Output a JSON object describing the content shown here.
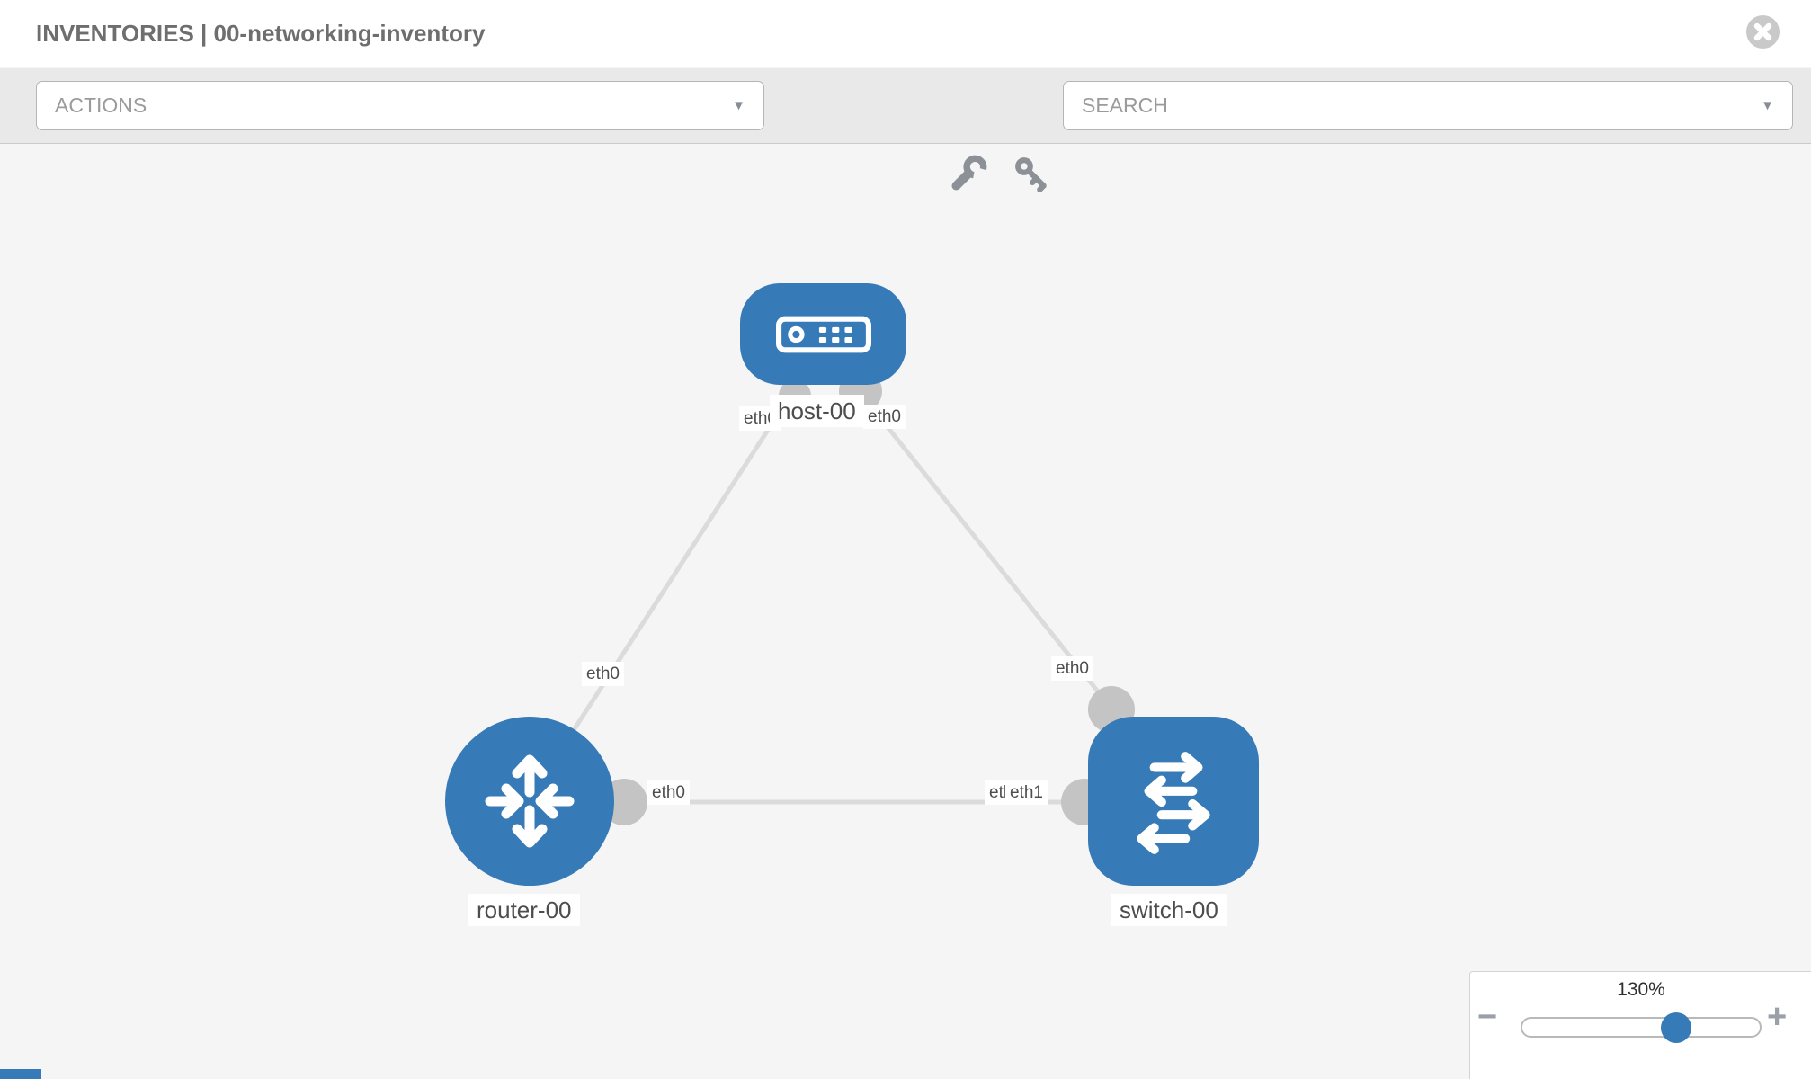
{
  "header": {
    "title": "INVENTORIES | 00-networking-inventory"
  },
  "toolbar": {
    "actions_label": "ACTIONS",
    "search_placeholder": "SEARCH",
    "caret_glyph": "▼",
    "icons": [
      "wrench-icon",
      "key-icon"
    ]
  },
  "topology": {
    "nodes": [
      {
        "id": "host-00",
        "type": "host",
        "label": "host-00"
      },
      {
        "id": "router-00",
        "type": "router",
        "label": "router-00"
      },
      {
        "id": "switch-00",
        "type": "switch",
        "label": "switch-00"
      }
    ],
    "links": [
      {
        "from": "host-00",
        "to": "router-00",
        "from_interface": "eth0",
        "to_interface": "eth0"
      },
      {
        "from": "host-00",
        "to": "switch-00",
        "from_interface": "eth0",
        "to_interface": "eth0"
      },
      {
        "from": "router-00",
        "to": "switch-00",
        "from_interface": "eth0",
        "to_interface": "eth1",
        "to_interface_overlapped": "eth0"
      }
    ]
  },
  "zoom_control": {
    "value": "130%",
    "minus_glyph": "−",
    "plus_glyph": "+"
  },
  "colors": {
    "node_blue": "#377AB8",
    "link_gray": "#DBDBDB",
    "endpoint_gray": "#C4C4C4",
    "toolbar_bg": "#E9E9E9",
    "canvas_bg": "#F5F5F5"
  }
}
